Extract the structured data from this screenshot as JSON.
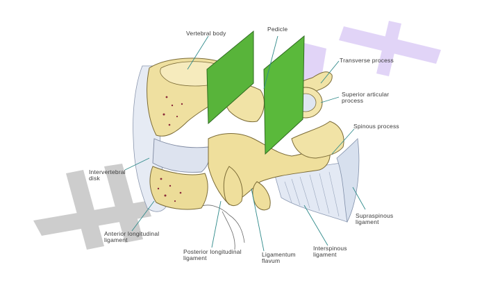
{
  "watermark": {
    "grey_text": "H",
    "lavender_text": "24",
    "grey_color": "#bdbdbd",
    "lavender_color": "#ddd0f5"
  },
  "labels": {
    "vertebral_body": "Vertebral body",
    "pedicle": "Pedicle",
    "transverse_process": "Transverse process",
    "superior_articular_process": [
      "Superior articular",
      "process"
    ],
    "spinous_process": "Spinous process",
    "intervertebral_disk": [
      "Intervertebral",
      "disk"
    ],
    "anterior_longitudinal_ligament": [
      "Anterior longitudinal",
      "ligament"
    ],
    "posterior_longitudinal_ligament": [
      "Posterior longitudinal",
      "ligament"
    ],
    "ligamentum_flavum": [
      "Ligamentum",
      "flavum"
    ],
    "interspinous_ligament": [
      "Interspinous",
      "ligament"
    ],
    "supraspinous_ligament": [
      "Supraspinous",
      "ligament"
    ]
  },
  "colors": {
    "bone": "#f1e3a6",
    "bone_shadow": "#b9a25e",
    "plane_green": "#58b43a",
    "ligament": "#dfe6f2",
    "leader_line": "#2f8a8a",
    "marrow": "#8a2a3a"
  }
}
